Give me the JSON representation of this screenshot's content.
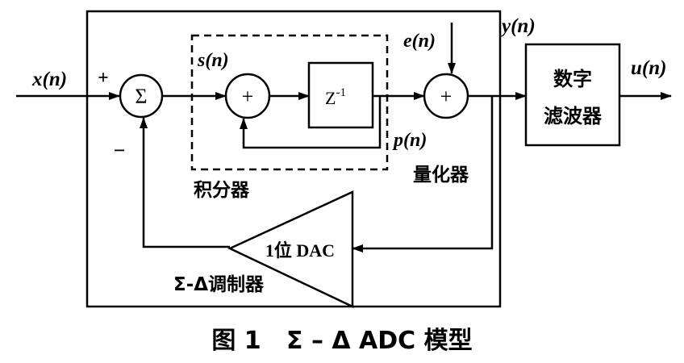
{
  "signals": {
    "x": "x(n)",
    "s": "s(n)",
    "e": "e(n)",
    "y": "y(n)",
    "u": "u(n)",
    "p": "p(n)"
  },
  "signs": {
    "plus": "+",
    "minus": "−"
  },
  "blocks": {
    "sum_symbol": "Σ",
    "adder_symbol": "+",
    "delay_base": "Z",
    "delay_exp": "-1",
    "integrator_label": "积分器",
    "quantizer_label": "量化器",
    "dac_label": "1位 DAC",
    "modulator_label": "Σ-Δ调制器",
    "filter_line1": "数字",
    "filter_line2": "滤波器"
  },
  "caption": "图 1   Σ – Δ ADC 模型"
}
